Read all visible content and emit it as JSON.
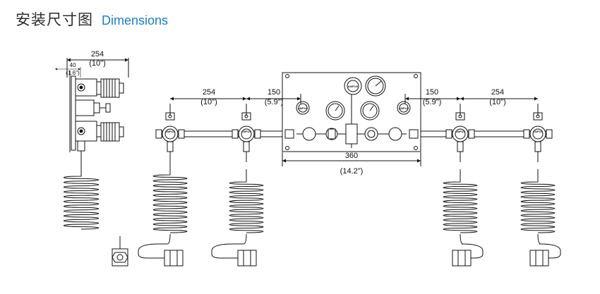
{
  "header": {
    "title_cn": "安装尺寸图",
    "title_en": "Dimensions"
  },
  "dimensions": {
    "side_width": {
      "value": "254",
      "inch": "(10\")"
    },
    "side_offset": {
      "value": "40",
      "inch": "(1.6\")"
    },
    "left_spacing": {
      "value": "254",
      "inch": "(10\")"
    },
    "left_to_panel": {
      "value": "150",
      "inch": "(5.9\")"
    },
    "panel_width": {
      "value": "360",
      "inch": "(14.2\")"
    },
    "panel_to_right": {
      "value": "150",
      "inch": "(5.9\")"
    },
    "right_spacing": {
      "value": "254",
      "inch": "(10\")"
    }
  },
  "labels": {
    "regulator_brand": "AMPUS"
  },
  "colors": {
    "title_en": "#1b7fc6",
    "line": "#111111"
  }
}
